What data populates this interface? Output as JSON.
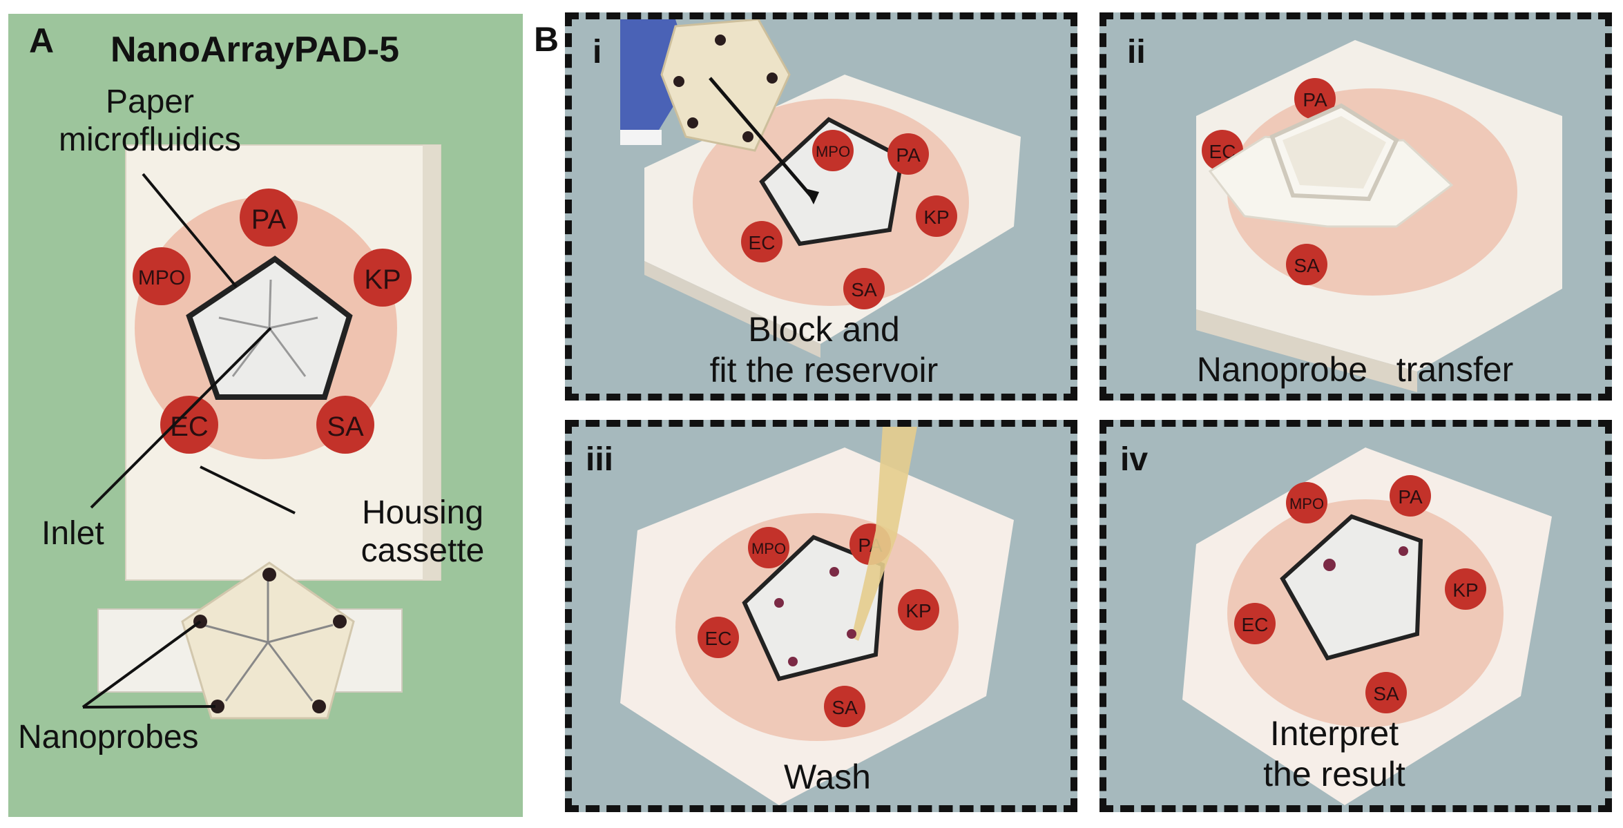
{
  "panel_a": {
    "letter": "A",
    "title": "NanoArrayPAD-5",
    "labels": {
      "paper_line1": "Paper",
      "paper_line2": "microfluidics",
      "inlet": "Inlet",
      "housing_line1": "Housing",
      "housing_line2": "cassette",
      "nanoprobes": "Nanoprobes"
    },
    "badges": [
      "PA",
      "KP",
      "SA",
      "EC",
      "MPO"
    ]
  },
  "panel_b": {
    "letter": "B",
    "steps": [
      {
        "numeral": "i",
        "caption_line1": "Block and",
        "caption_line2": "fit the reservoir"
      },
      {
        "numeral": "ii",
        "caption_line1": "Nanoprobe   transfer",
        "caption_line2": ""
      },
      {
        "numeral": "iii",
        "caption_line1": "Wash",
        "caption_line2": ""
      },
      {
        "numeral": "iv",
        "caption_line1": "Interpret",
        "caption_line2": "the result"
      }
    ]
  },
  "colors": {
    "panel_a_background": "#9dc59c",
    "panel_b_background": "#a6b9bd",
    "badge_red": "#c3322a",
    "ring_peach": "#efc3b0"
  }
}
